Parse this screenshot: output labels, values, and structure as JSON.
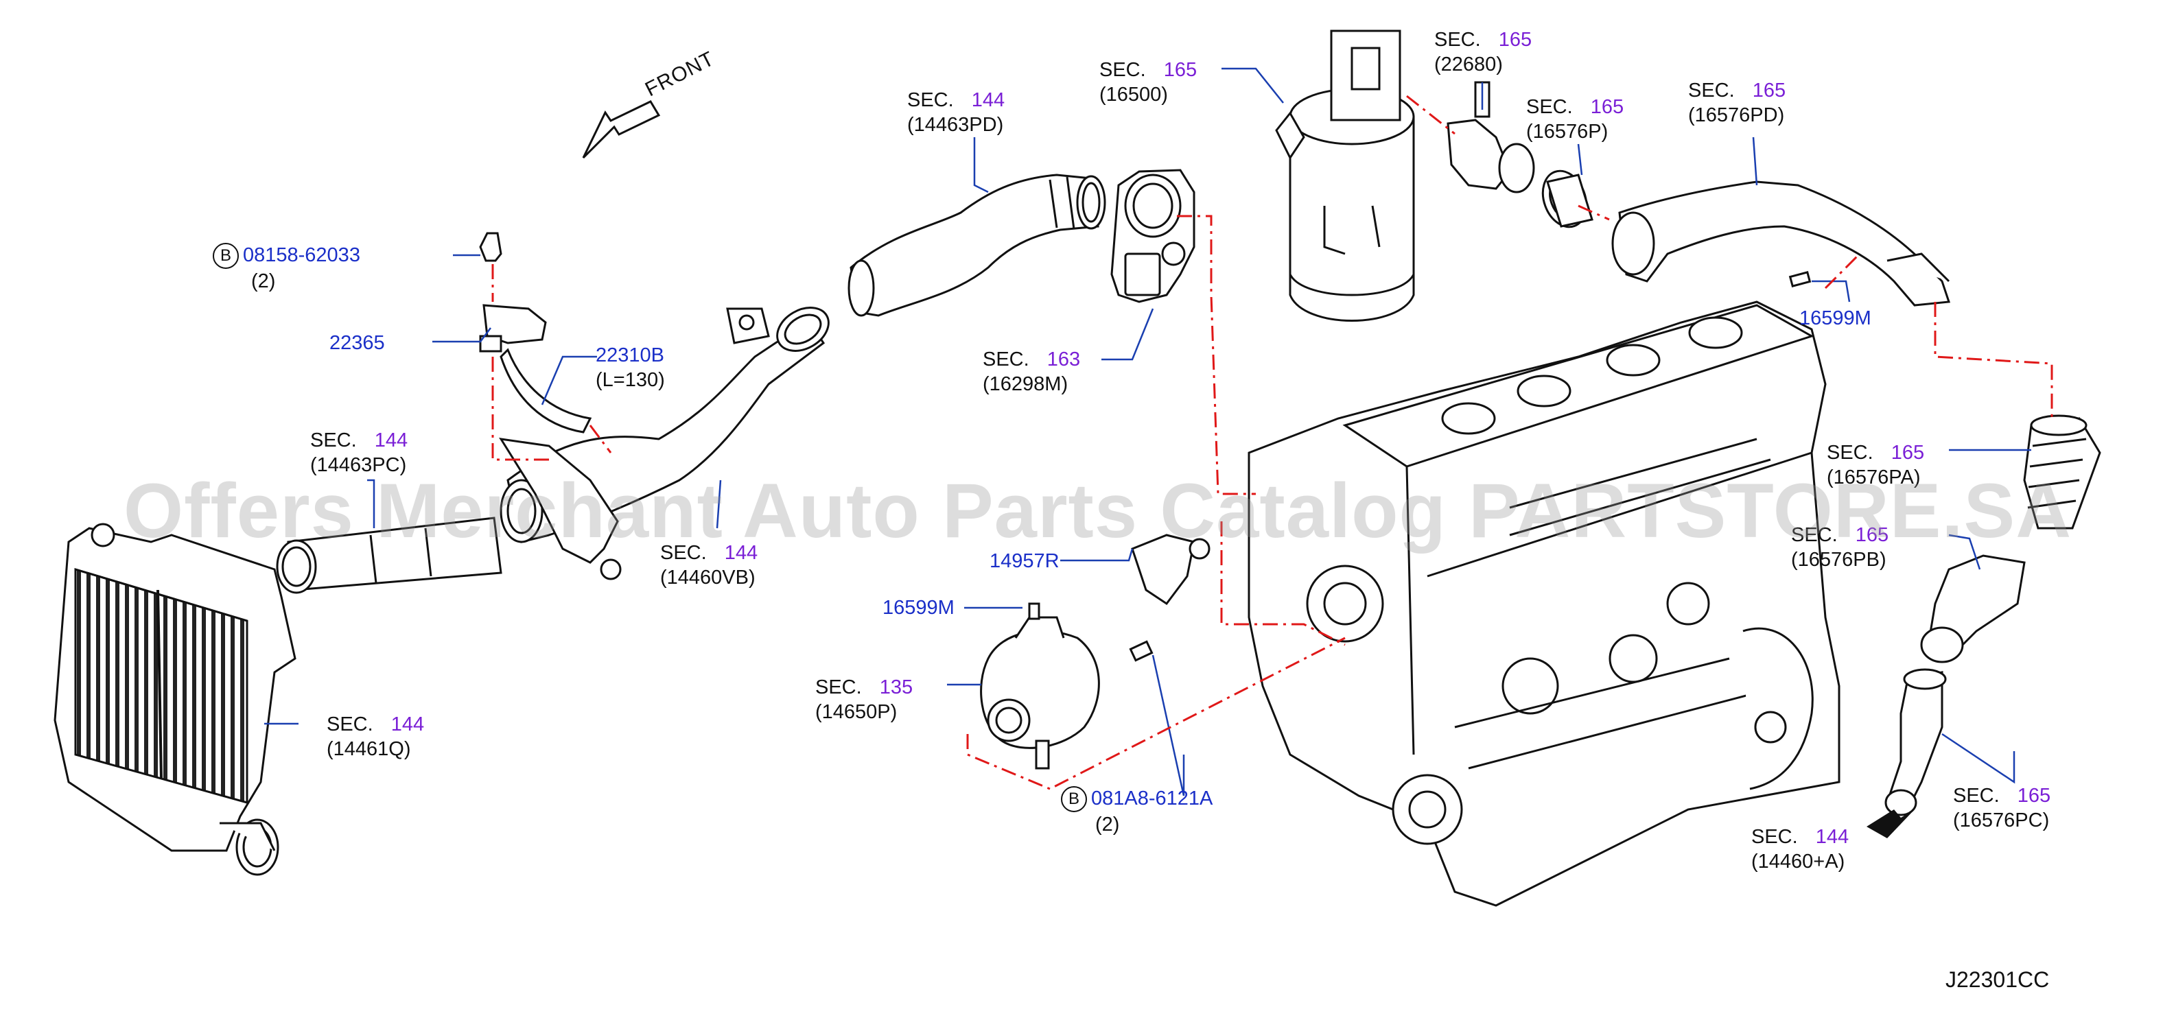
{
  "diagram": {
    "code": "J22301CC",
    "front_label": "FRONT",
    "watermark": "Offers Merchant Auto Parts Catalog PARTSTORE.SA",
    "colors": {
      "part_number": "#1a2fc8",
      "section_number": "#7a1fd6",
      "leader": "#1a3fb0",
      "flow": "#e01818",
      "ink": "#111111"
    }
  },
  "labels": {
    "bolt_08158": {
      "badge": "B",
      "part": "08158-62033",
      "qty": "(2)"
    },
    "p22365": {
      "part": "22365"
    },
    "p22310b": {
      "part": "22310B",
      "note": "(L=130)"
    },
    "sec144_14463pc": {
      "sec": "SEC.",
      "num": "144",
      "ref": "(14463PC)"
    },
    "sec144_14463pd": {
      "sec": "SEC.",
      "num": "144",
      "ref": "(14463PD)"
    },
    "sec144_14460vb": {
      "sec": "SEC.",
      "num": "144",
      "ref": "(14460VB)"
    },
    "sec144_14461q": {
      "sec": "SEC.",
      "num": "144",
      "ref": "(14461Q)"
    },
    "sec165_16500": {
      "sec": "SEC.",
      "num": "165",
      "ref": "(16500)"
    },
    "sec165_22680": {
      "sec": "SEC.",
      "num": "165",
      "ref": "(22680)"
    },
    "sec165_16576p": {
      "sec": "SEC.",
      "num": "165",
      "ref": "(16576P)"
    },
    "sec165_16576pd": {
      "sec": "SEC.",
      "num": "165",
      "ref": "(16576PD)"
    },
    "sec163_16298m": {
      "sec": "SEC.",
      "num": "163",
      "ref": "(16298M)"
    },
    "p16599m_top": {
      "part": "16599M"
    },
    "sec165_16576pa": {
      "sec": "SEC.",
      "num": "165",
      "ref": "(16576PA)"
    },
    "sec165_16576pb": {
      "sec": "SEC.",
      "num": "165",
      "ref": "(16576PB)"
    },
    "p14957r": {
      "part": "14957R"
    },
    "p16599m_bottom": {
      "part": "16599M"
    },
    "sec135_14650p": {
      "sec": "SEC.",
      "num": "135",
      "ref": "(14650P)"
    },
    "bolt_081a8": {
      "badge": "B",
      "part": "081A8-6121A",
      "qty": "(2)"
    },
    "sec165_16576pc": {
      "sec": "SEC.",
      "num": "165",
      "ref": "(16576PC)"
    },
    "sec144_14460a": {
      "sec": "SEC.",
      "num": "144",
      "ref": "(14460+A)"
    }
  }
}
